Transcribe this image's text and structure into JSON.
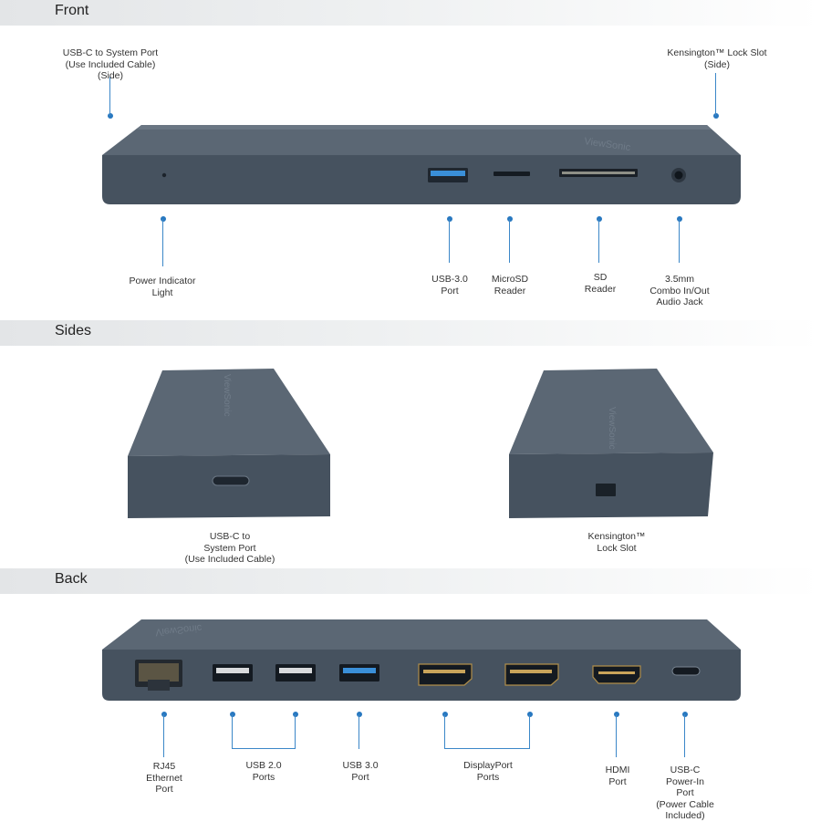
{
  "sections": {
    "front": "Front",
    "sides": "Sides",
    "back": "Back"
  },
  "brand": "ViewSonic",
  "front_labels": {
    "usbc_system_side": [
      "USB-C to System Port",
      "(Use Included Cable)",
      "(Side)"
    ],
    "kensington_side": [
      "Kensington™ Lock Slot",
      "(Side)"
    ],
    "power_indicator": [
      "Power Indicator",
      "Light"
    ],
    "usb30_port": [
      "USB-3.0",
      "Port"
    ],
    "microsd_reader": [
      "MicroSD",
      "Reader"
    ],
    "sd_reader": [
      "SD",
      "Reader"
    ],
    "audio_jack": [
      "3.5mm",
      "Combo In/Out",
      "Audio Jack"
    ]
  },
  "sides_labels": {
    "usbc_system": [
      "USB-C to",
      "System Port",
      "(Use Included Cable)"
    ],
    "kensington": [
      "Kensington™",
      "Lock Slot"
    ]
  },
  "back_labels": {
    "rj45": [
      "RJ45",
      "Ethernet",
      "Port"
    ],
    "usb20": [
      "USB 2.0",
      "Ports"
    ],
    "usb30": [
      "USB 3.0",
      "Port"
    ],
    "displayport": [
      "DisplayPort",
      "Ports"
    ],
    "hdmi": [
      "HDMI",
      "Port"
    ],
    "usbc_power": [
      "USB-C",
      "Power-In",
      "Port",
      "(Power Cable",
      "Included)"
    ]
  },
  "colors": {
    "device_body": "#4a5663",
    "device_top": "#5a6673",
    "accent_line": "#3b87c8",
    "usb3_blue": "#3a8fd8"
  }
}
